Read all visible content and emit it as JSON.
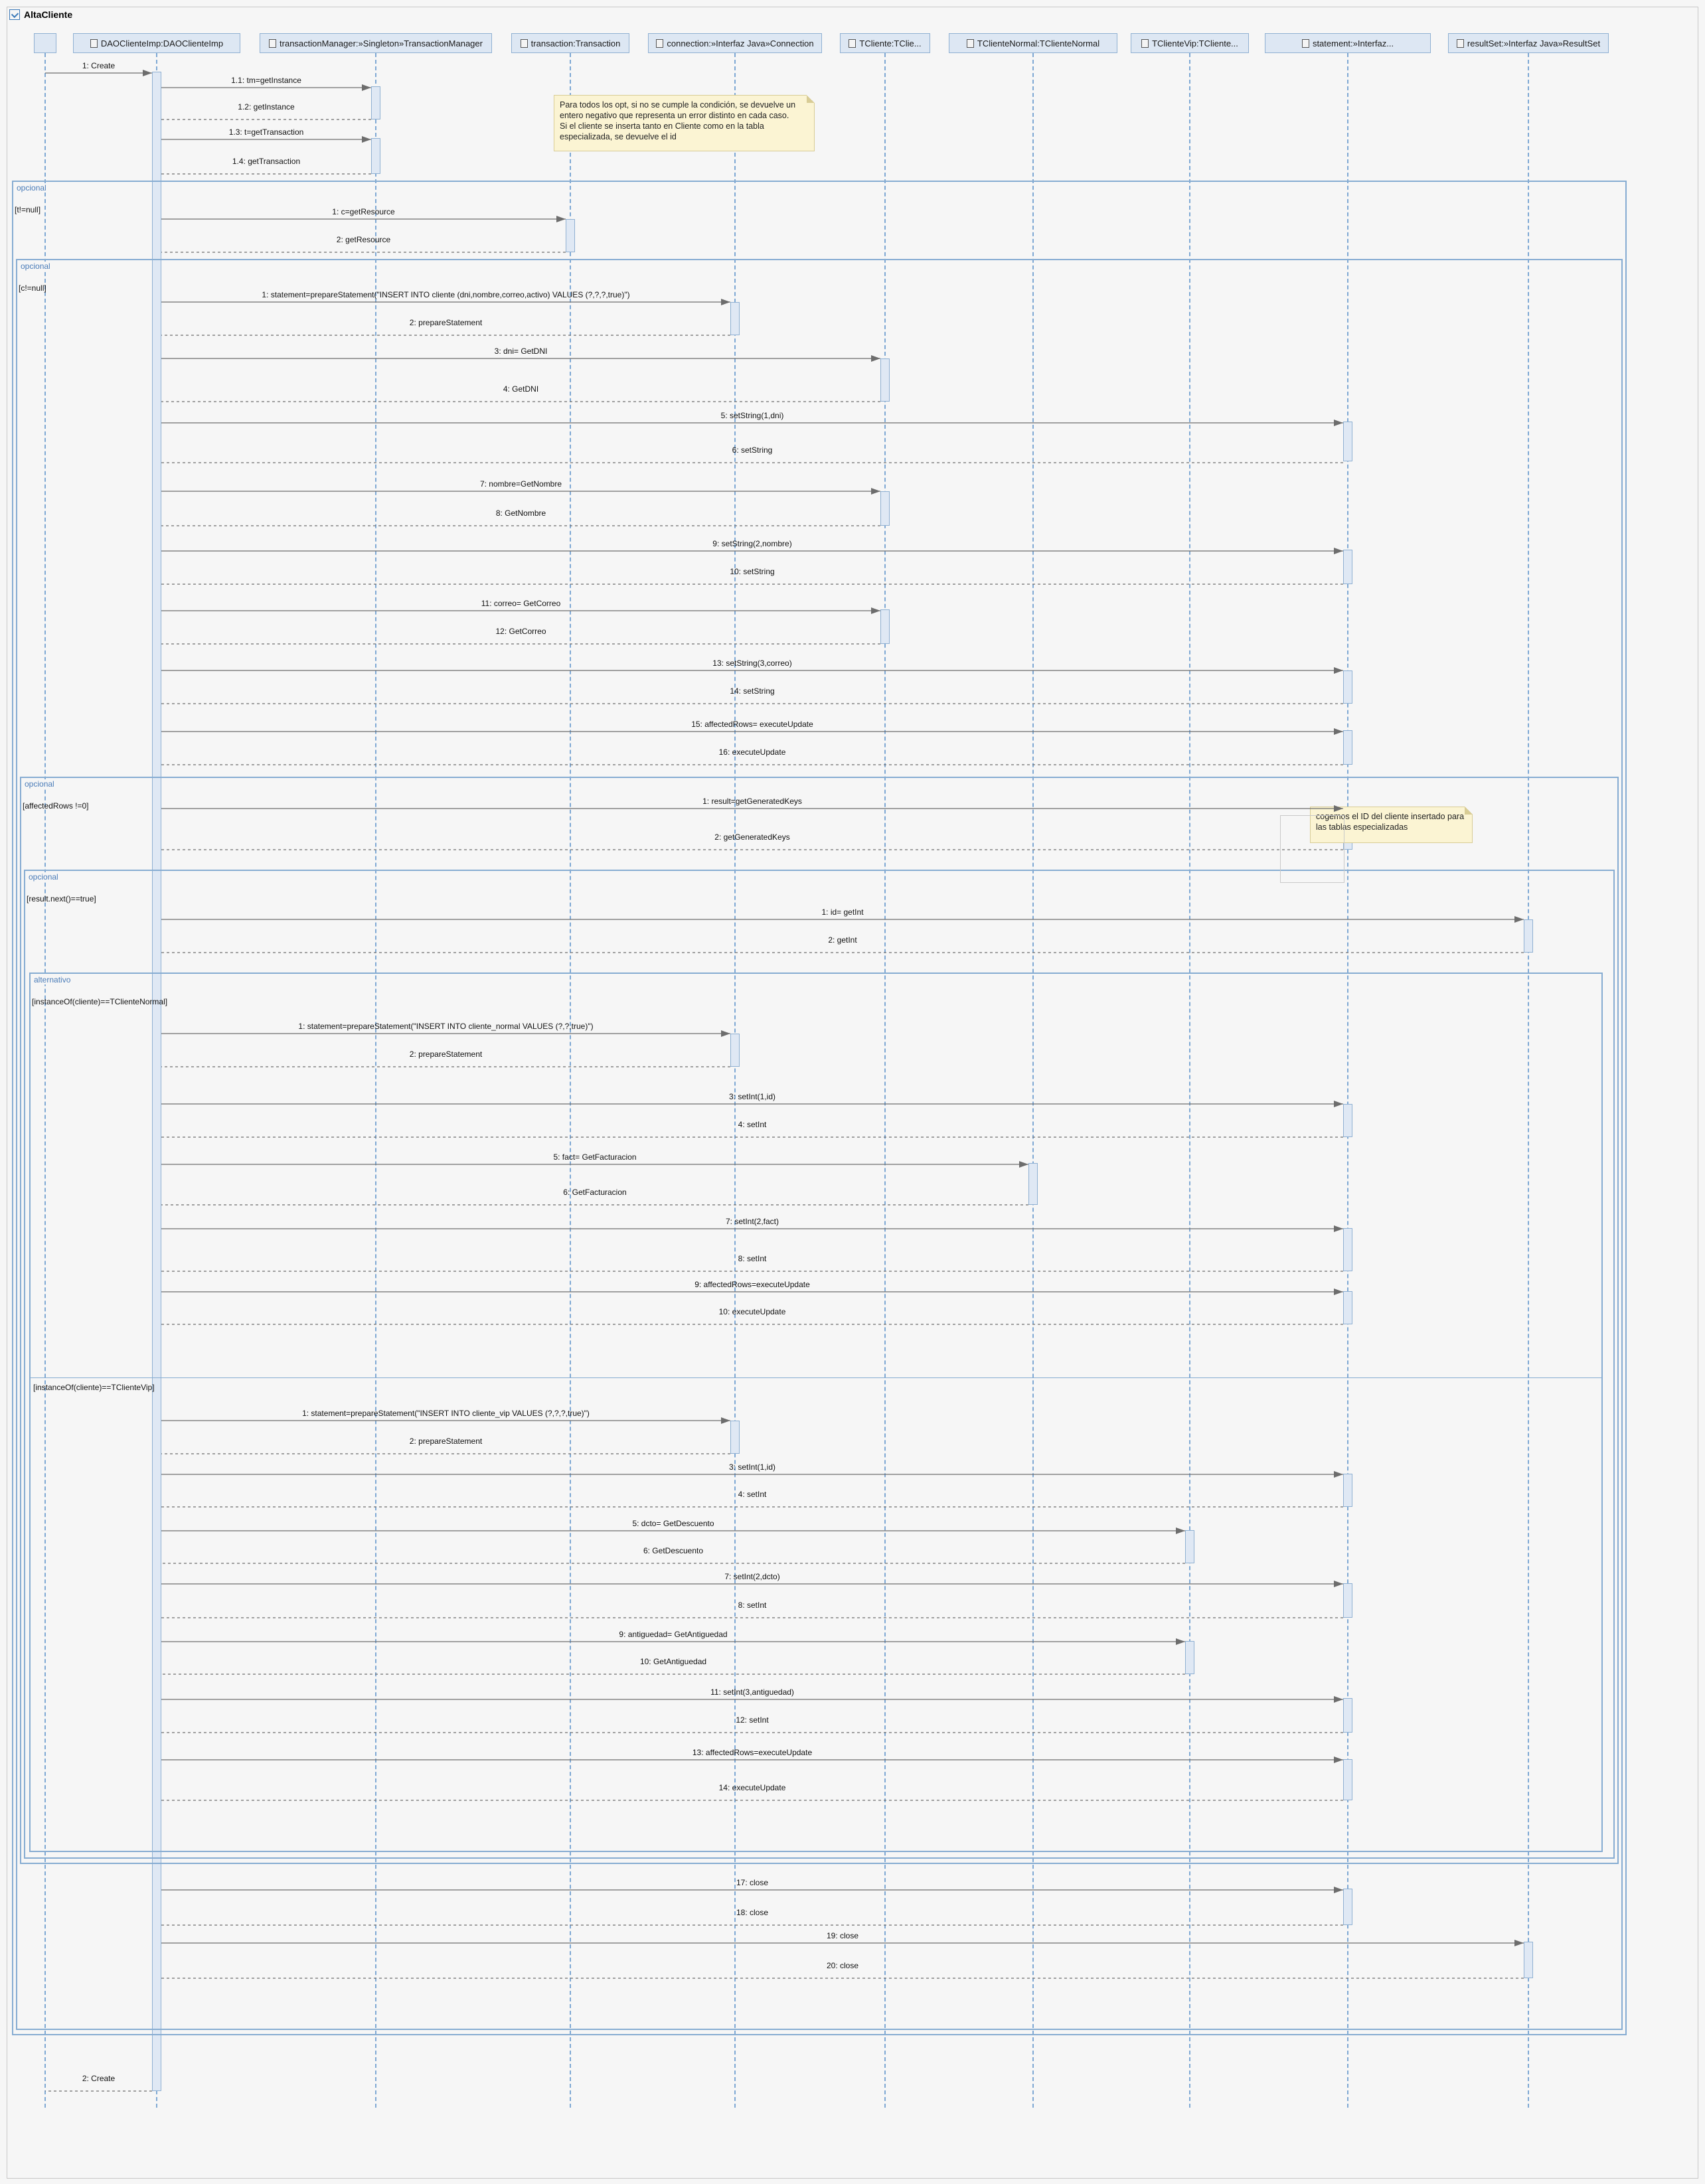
{
  "diagram": {
    "title": "AltaCliente",
    "lifelines": [
      {
        "label": ""
      },
      {
        "label": "DAOClienteImp:DAOClienteImp"
      },
      {
        "label": "transactionManager:»Singleton»TransactionManager"
      },
      {
        "label": "transaction:Transaction"
      },
      {
        "label": "connection:»Interfaz Java»Connection"
      },
      {
        "label": "TCliente:TClie..."
      },
      {
        "label": "TClienteNormal:TClienteNormal"
      },
      {
        "label": "TClienteVip:TCliente..."
      },
      {
        "label": "statement:»Interfaz..."
      },
      {
        "label": "resultSet:»Interfaz Java»ResultSet"
      }
    ],
    "notes": [
      {
        "text": "Para todos los opt, si no se cumple la condición, se devuelve un entero negativo que representa un error distinto en cada caso.\nSi el cliente se inserta tanto en Cliente como en la tabla especializada, se devuelve el id"
      },
      {
        "text": "cogemos el ID del cliente insertado para las tablas especializadas"
      }
    ],
    "fragments": [
      {
        "kind": "opcional",
        "guard": "[t!=null]"
      },
      {
        "kind": "opcional",
        "guard": "[c!=null]"
      },
      {
        "kind": "opcional",
        "guard": "[affectedRows !=0]"
      },
      {
        "kind": "opcional",
        "guard": "[result.next()==true]"
      },
      {
        "kind": "alternativo",
        "guard": "[instanceOf(cliente)==TClienteNormal]",
        "guard2": "[instanceOf(cliente)==TClienteVip]"
      }
    ],
    "messages": [
      {
        "label": "1: Create"
      },
      {
        "label": "1.1: tm=getInstance"
      },
      {
        "label": "1.2: getInstance"
      },
      {
        "label": "1.3: t=getTransaction"
      },
      {
        "label": "1.4: getTransaction"
      },
      {
        "label": "1: c=getResource"
      },
      {
        "label": "2: getResource"
      },
      {
        "label": "1: statement=prepareStatement(\"INSERT INTO cliente (dni,nombre,correo,activo) VALUES (?,?,?,true)\")"
      },
      {
        "label": "2: prepareStatement"
      },
      {
        "label": "3: dni= GetDNI"
      },
      {
        "label": "4: GetDNI"
      },
      {
        "label": "5: setString(1,dni)"
      },
      {
        "label": "6: setString"
      },
      {
        "label": "7: nombre=GetNombre"
      },
      {
        "label": "8: GetNombre"
      },
      {
        "label": "9: setString(2,nombre)"
      },
      {
        "label": "10: setString"
      },
      {
        "label": "11: correo= GetCorreo"
      },
      {
        "label": "12: GetCorreo"
      },
      {
        "label": "13: setString(3,correo)"
      },
      {
        "label": "14: setString"
      },
      {
        "label": "15: affectedRows= executeUpdate"
      },
      {
        "label": "16: executeUpdate"
      },
      {
        "label": "1: result=getGeneratedKeys"
      },
      {
        "label": "2: getGeneratedKeys"
      },
      {
        "label": "1: id= getInt"
      },
      {
        "label": "2: getInt"
      },
      {
        "label": "1: statement=prepareStatement(\"INSERT INTO cliente_normal VALUES (?,?,true)\")"
      },
      {
        "label": "2: prepareStatement"
      },
      {
        "label": "3: setInt(1,id)"
      },
      {
        "label": "4: setInt"
      },
      {
        "label": "5: fact= GetFacturacion"
      },
      {
        "label": "6: GetFacturacion"
      },
      {
        "label": "7: setInt(2,fact)"
      },
      {
        "label": "8: setInt"
      },
      {
        "label": "9: affectedRows=executeUpdate"
      },
      {
        "label": "10: executeUpdate"
      },
      {
        "label": "1: statement=prepareStatement(\"INSERT INTO cliente_vip VALUES (?,?,?,true)\")"
      },
      {
        "label": "2: prepareStatement"
      },
      {
        "label": "3: setInt(1,id)"
      },
      {
        "label": "4: setInt"
      },
      {
        "label": "5: dcto= GetDescuento"
      },
      {
        "label": "6: GetDescuento"
      },
      {
        "label": "7: setInt(2,dcto)"
      },
      {
        "label": "8: setInt"
      },
      {
        "label": "9: antiguedad= GetAntiguedad"
      },
      {
        "label": "10: GetAntiguedad"
      },
      {
        "label": "11: setInt(3,antiguedad)"
      },
      {
        "label": "12: setInt"
      },
      {
        "label": "13: affectedRows=executeUpdate"
      },
      {
        "label": "14: executeUpdate"
      },
      {
        "label": "17: close"
      },
      {
        "label": "18: close"
      },
      {
        "label": "19: close"
      },
      {
        "label": "20: close"
      },
      {
        "label": "2: Create"
      }
    ]
  },
  "colors": {
    "lifeline": "#7ea8d4",
    "header_fill": "#dde7f3",
    "fragment_border": "#86acd2",
    "note_fill": "#fbf4d3",
    "arrow": "#6d6d6d"
  }
}
